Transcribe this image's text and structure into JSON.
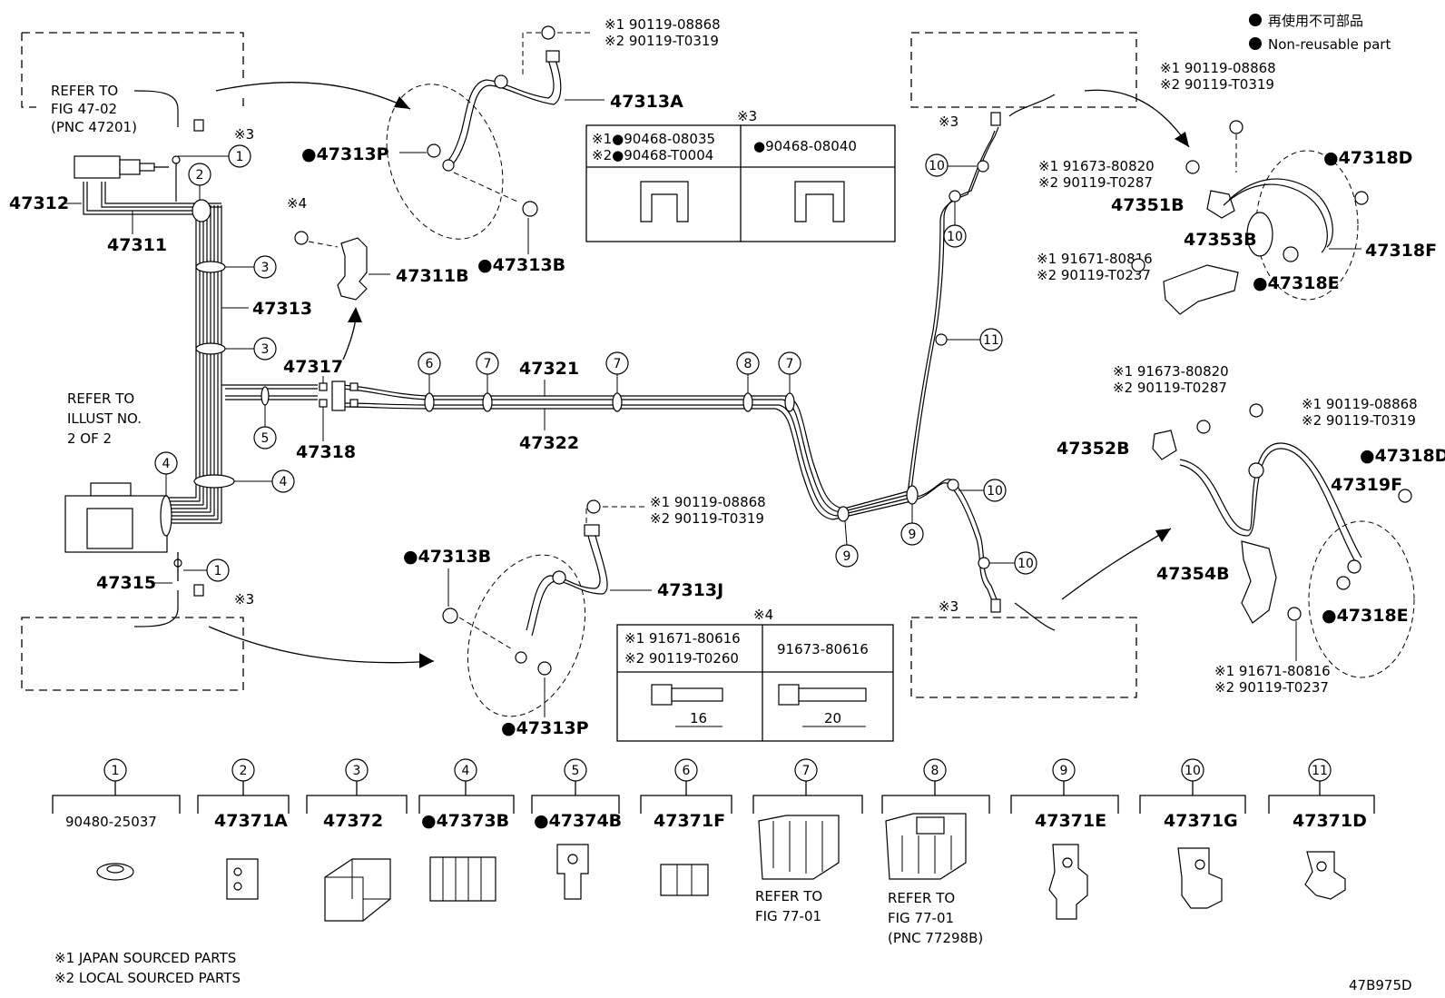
{
  "legend": {
    "non_reusable_jp": "再使用不可部品",
    "non_reusable_en": "Non-reusable part"
  },
  "notes": {
    "japan": "※1 JAPAN SOURCED PARTS",
    "local": "※2 LOCAL SOURCED PARTS"
  },
  "figure_code": "47B975D",
  "refs": {
    "fig_47_02": [
      "REFER TO",
      "FIG 47-02",
      "(PNC 47201)"
    ],
    "illust_2of2": [
      "REFER TO",
      "ILLUST NO.",
      "2 OF 2"
    ],
    "fig_77_01_a": [
      "REFER TO",
      "FIG 77-01"
    ],
    "fig_77_01_b": [
      "REFER TO",
      "FIG 77-01",
      "(PNC 77298B)"
    ]
  },
  "parts": {
    "p47312": "47312",
    "p47311": "47311",
    "p47313": "47313",
    "p47317": "47317",
    "p47318": "47318",
    "p47315": "47315",
    "p47321": "47321",
    "p47322": "47322",
    "p47311B": "47311B",
    "p47313A": "47313A",
    "p47313P_top": "●47313P",
    "p47313B_top": "●47313B",
    "p47313B_bot": "●47313B",
    "p47313J": "47313J",
    "p47313P_bot": "●47313P",
    "p47318D_top": "●47318D",
    "p47351B": "47351B",
    "p47353B": "47353B",
    "p47318F": "47318F",
    "p47318E_top": "●47318E",
    "p47352B": "47352B",
    "p47318D_bot": "●47318D",
    "p47319F": "47319F",
    "p47354B": "47354B",
    "p47318E_bot": "●47318E"
  },
  "bolt_labels": {
    "top_center": [
      "※1 90119-08868",
      "※2 90119-T0319"
    ],
    "mid_center": [
      "※1 90119-08868",
      "※2 90119-T0319"
    ],
    "right_top_bolt": [
      "※1 90119-08868",
      "※2 90119-T0319"
    ],
    "right_top_mid": [
      "※1 91673-80820",
      "※2 90119-T0287"
    ],
    "right_top_low": [
      "※1 91671-80816",
      "※2 90119-T0237"
    ],
    "right_bot_a": [
      "※1 91673-80820",
      "※2 90119-T0287"
    ],
    "right_bot_b": [
      "※1 90119-08868",
      "※2 90119-T0319"
    ],
    "right_bot_c": [
      "※1 91671-80816",
      "※2 90119-T0237"
    ]
  },
  "marks": {
    "m3": "※3",
    "m4": "※4"
  },
  "clip_table": {
    "title": "※3",
    "left": [
      "※1●90468-08035",
      "※2●90468-T0004"
    ],
    "right": "●90468-08040"
  },
  "bolt_table": {
    "title": "※4",
    "left": [
      "※1 91671-80616",
      "※2 90119-T0260"
    ],
    "right": "91673-80616",
    "dim_left": "16",
    "dim_right": "20"
  },
  "callouts": [
    "1",
    "2",
    "3",
    "3",
    "1",
    "4",
    "4",
    "5",
    "6",
    "7",
    "7",
    "8",
    "7",
    "9",
    "9",
    "10",
    "10",
    "10",
    "10",
    "11"
  ],
  "bottom_row": [
    {
      "n": "1",
      "part": "90480-25037"
    },
    {
      "n": "2",
      "part": "47371A"
    },
    {
      "n": "3",
      "part": "47372"
    },
    {
      "n": "4",
      "part": "●47373B"
    },
    {
      "n": "5",
      "part": "●47374B"
    },
    {
      "n": "6",
      "part": "47371F"
    },
    {
      "n": "7",
      "part": "REFER TO"
    },
    {
      "n": "8",
      "part": "REFER TO"
    },
    {
      "n": "9",
      "part": "47371E"
    },
    {
      "n": "10",
      "part": "47371G"
    },
    {
      "n": "11",
      "part": "47371D"
    }
  ]
}
